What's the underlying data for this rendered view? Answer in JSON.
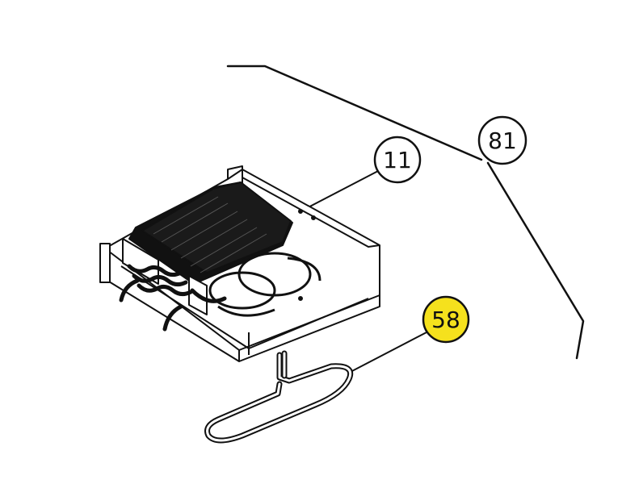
{
  "callouts": [
    {
      "id": "callout-81",
      "label": "81",
      "fill": "#ffffff"
    },
    {
      "id": "callout-11",
      "label": "11",
      "fill": "#ffffff"
    },
    {
      "id": "callout-58",
      "label": "58",
      "fill": "#f5e11d"
    }
  ],
  "colors": {
    "line": "#111111",
    "background": "#ffffff",
    "highlight": "#f5e11d"
  }
}
